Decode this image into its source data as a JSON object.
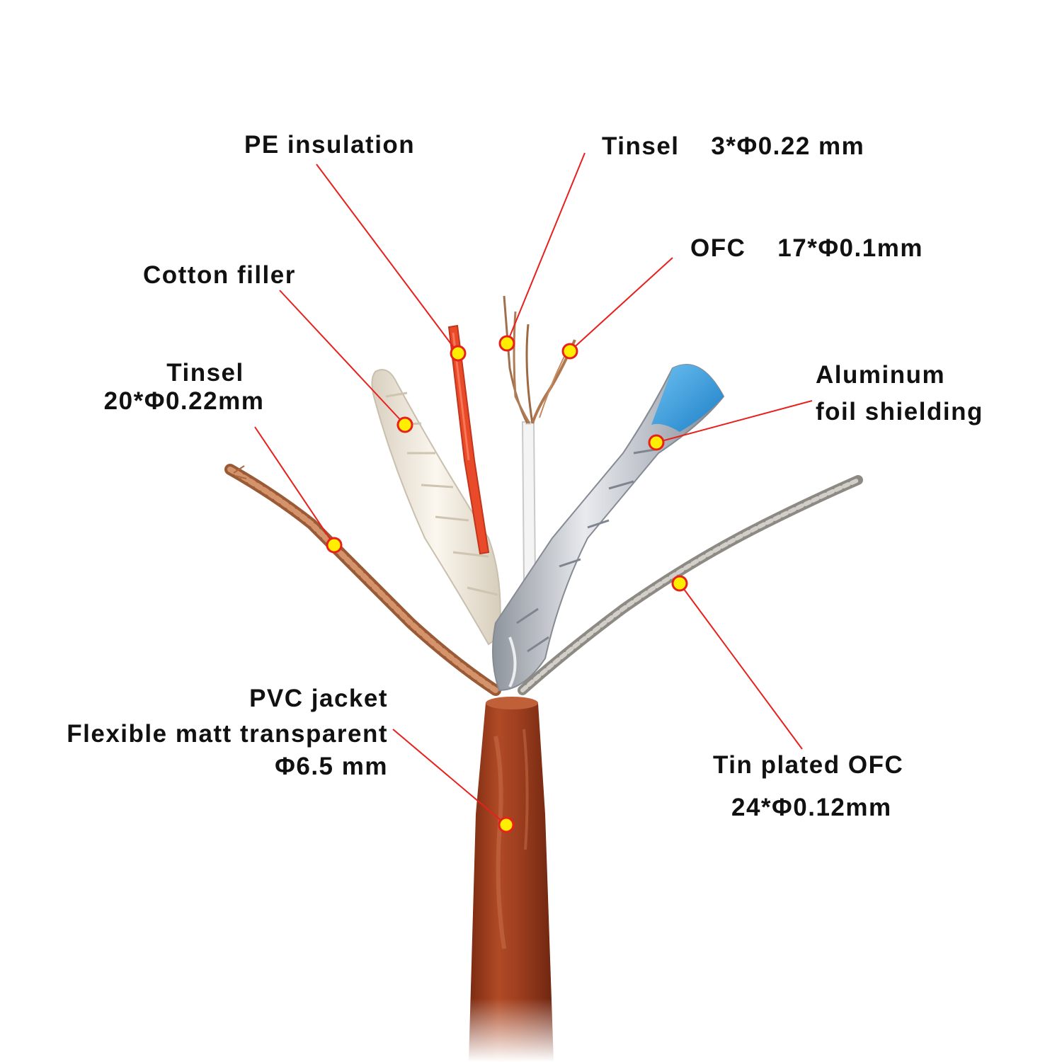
{
  "labels": {
    "pe_insulation": "PE insulation",
    "tinsel_small": "Tinsel    3*Φ0.22 mm",
    "ofc": "OFC    17*Φ0.1mm",
    "cotton_filler": "Cotton filler",
    "tinsel_large_line1": "Tinsel",
    "tinsel_large_line2": "20*Φ0.22mm",
    "aluminum_line1": "Aluminum",
    "aluminum_line2": "foil shielding",
    "pvc_line1": "PVC jacket",
    "pvc_line2": "Flexible matt transparent",
    "pvc_line3": "Φ6.5 mm",
    "tin_plated_line1": "Tin plated OFC",
    "tin_plated_line2": "24*Φ0.12mm"
  },
  "colors": {
    "leader_line": "#e8201c",
    "marker_fill": "#ffee00",
    "marker_stroke": "#e8201c",
    "pvc_jacket": "#9c3e1e",
    "pe_insulation": "#e84a2a",
    "copper_braid": "#b8734a",
    "cotton": "#efe8dc",
    "foil_silver": "#c9ccd2",
    "foil_blue": "#3aa0e0",
    "tin_braid": "#a9a6a0"
  }
}
